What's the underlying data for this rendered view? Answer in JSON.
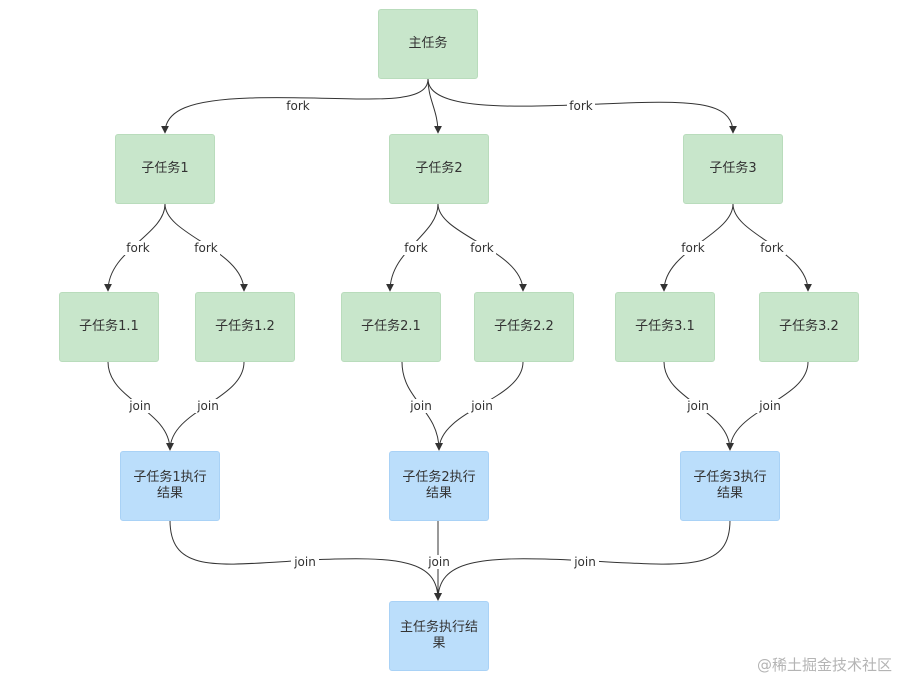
{
  "nodes": {
    "main": "主任务",
    "sub1": "子任务1",
    "sub2": "子任务2",
    "sub3": "子任务3",
    "sub1_1": "子任务1.1",
    "sub1_2": "子任务1.2",
    "sub2_1": "子任务2.1",
    "sub2_2": "子任务2.2",
    "sub3_1": "子任务3.1",
    "sub3_2": "子任务3.2",
    "res1": "子任务1执行\n结果",
    "res2": "子任务2执行\n结果",
    "res3": "子任务3执行\n结果",
    "final": "主任务执行结\n果"
  },
  "edge_labels": {
    "fork": "fork",
    "join": "join"
  },
  "colors": {
    "task_fill": "#c8e6cb",
    "result_fill": "#bbdefb",
    "edge": "#333333"
  },
  "watermark": "@稀土掘金技术社区"
}
